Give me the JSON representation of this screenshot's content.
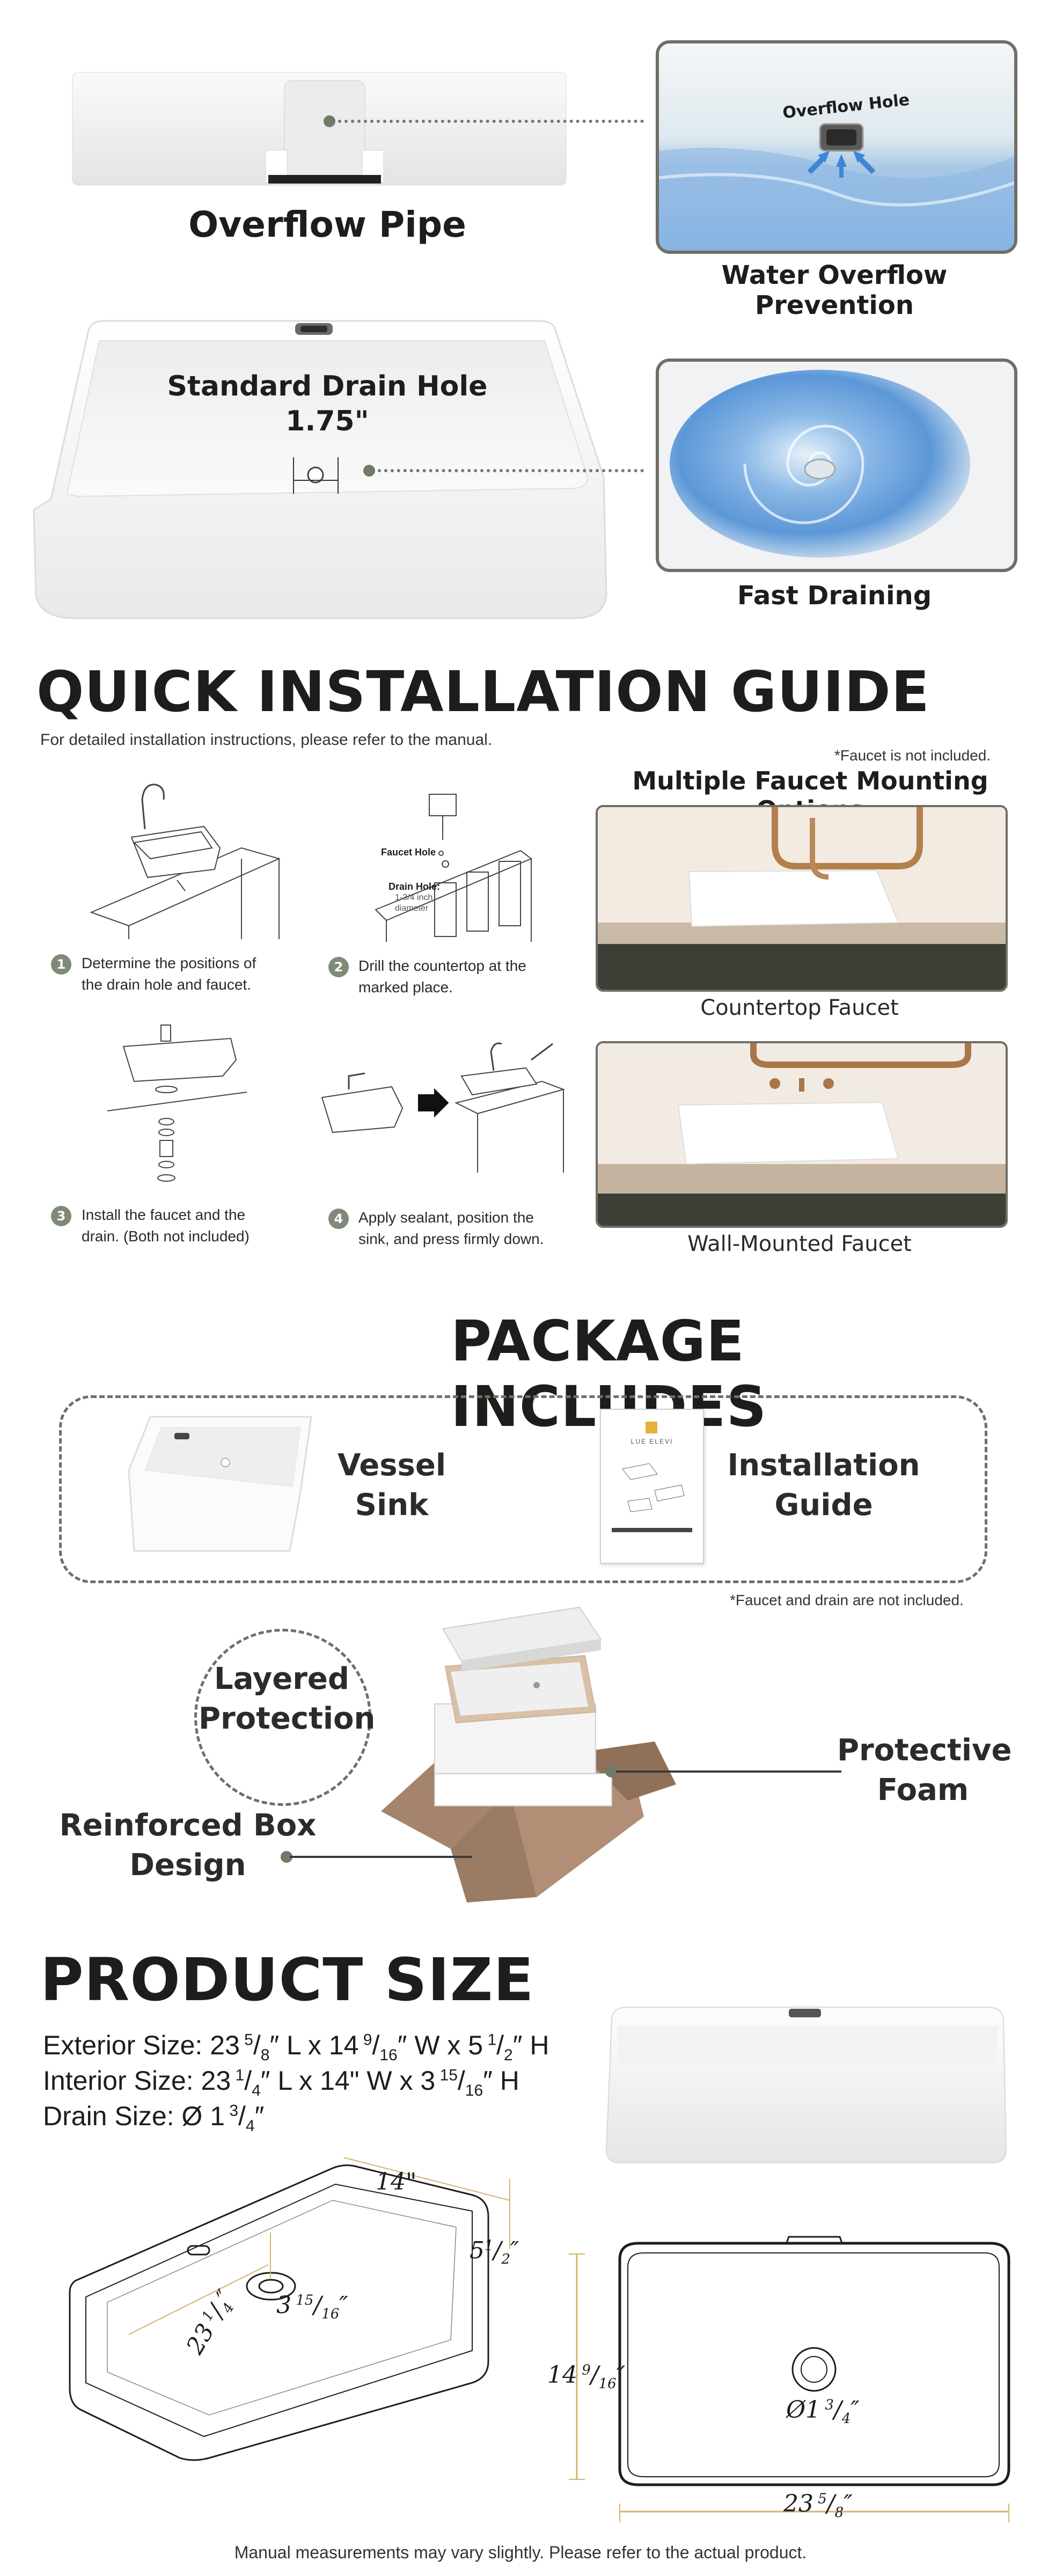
{
  "features": {
    "overflow_pipe": "Overflow Pipe",
    "overflow_hole": "Overflow Hole",
    "water_overflow": "Water Overflow Prevention",
    "drain_hole_title": "Standard Drain Hole",
    "drain_hole_size": "1.75\"",
    "fast_draining": "Fast Draining"
  },
  "install": {
    "title": "QUICK INSTALLATION GUIDE",
    "subtitle": "For detailed installation instructions, please refer to the manual.",
    "faucet_note": "*Faucet is not included.",
    "mounting_title": "Multiple Faucet Mounting Options",
    "diagram_faucet_hole": "Faucet Hole",
    "diagram_drain_hole": "Drain Hole:",
    "diagram_drain_size": "1-3/4 inch",
    "diagram_drain_unit": "diameter",
    "steps": [
      {
        "num": "1",
        "line1": "Determine the positions of",
        "line2": "the drain hole and faucet."
      },
      {
        "num": "2",
        "line1": "Drill the countertop at the",
        "line2": "marked place."
      },
      {
        "num": "3",
        "line1": "Install the faucet and the",
        "line2": "drain. (Both not included)"
      },
      {
        "num": "4",
        "line1": "Apply sealant, position the",
        "line2": "sink, and press firmly down."
      }
    ],
    "countertop_faucet": "Countertop Faucet",
    "wall_faucet": "Wall-Mounted Faucet"
  },
  "package": {
    "title": "PACKAGE INCLUDES",
    "item1_line1": "Vessel",
    "item1_line2": "Sink",
    "item2_line1": "Installation",
    "item2_line2": "Guide",
    "manual_brand": "LUE ELEVI",
    "note": "*Faucet and drain are not included.",
    "layered_line1": "Layered",
    "layered_line2": "Protection",
    "foam_line1": "Protective",
    "foam_line2": "Foam",
    "box_line1": "Reinforced Box",
    "box_line2": "Design"
  },
  "size": {
    "title": "PRODUCT SIZE",
    "exterior_label": "Exterior Size: 23",
    "exterior_rest": "L x 14",
    "exterior_rest2": "W x 5",
    "exterior_rest3": "H",
    "interior_label": "Interior Size: 23",
    "interior_rest": "L x 14\" W x 3",
    "interior_rest3": "H",
    "drain_label": "Drain Size: Ø 1",
    "dim_width": "14\"",
    "dim_height": "5",
    "dim_depth": "3",
    "dim_length": "23",
    "top_width": "14",
    "top_length": "23",
    "top_drain": "Ø1",
    "footer": "Manual measurements may vary slightly. Please refer to the actual product."
  }
}
